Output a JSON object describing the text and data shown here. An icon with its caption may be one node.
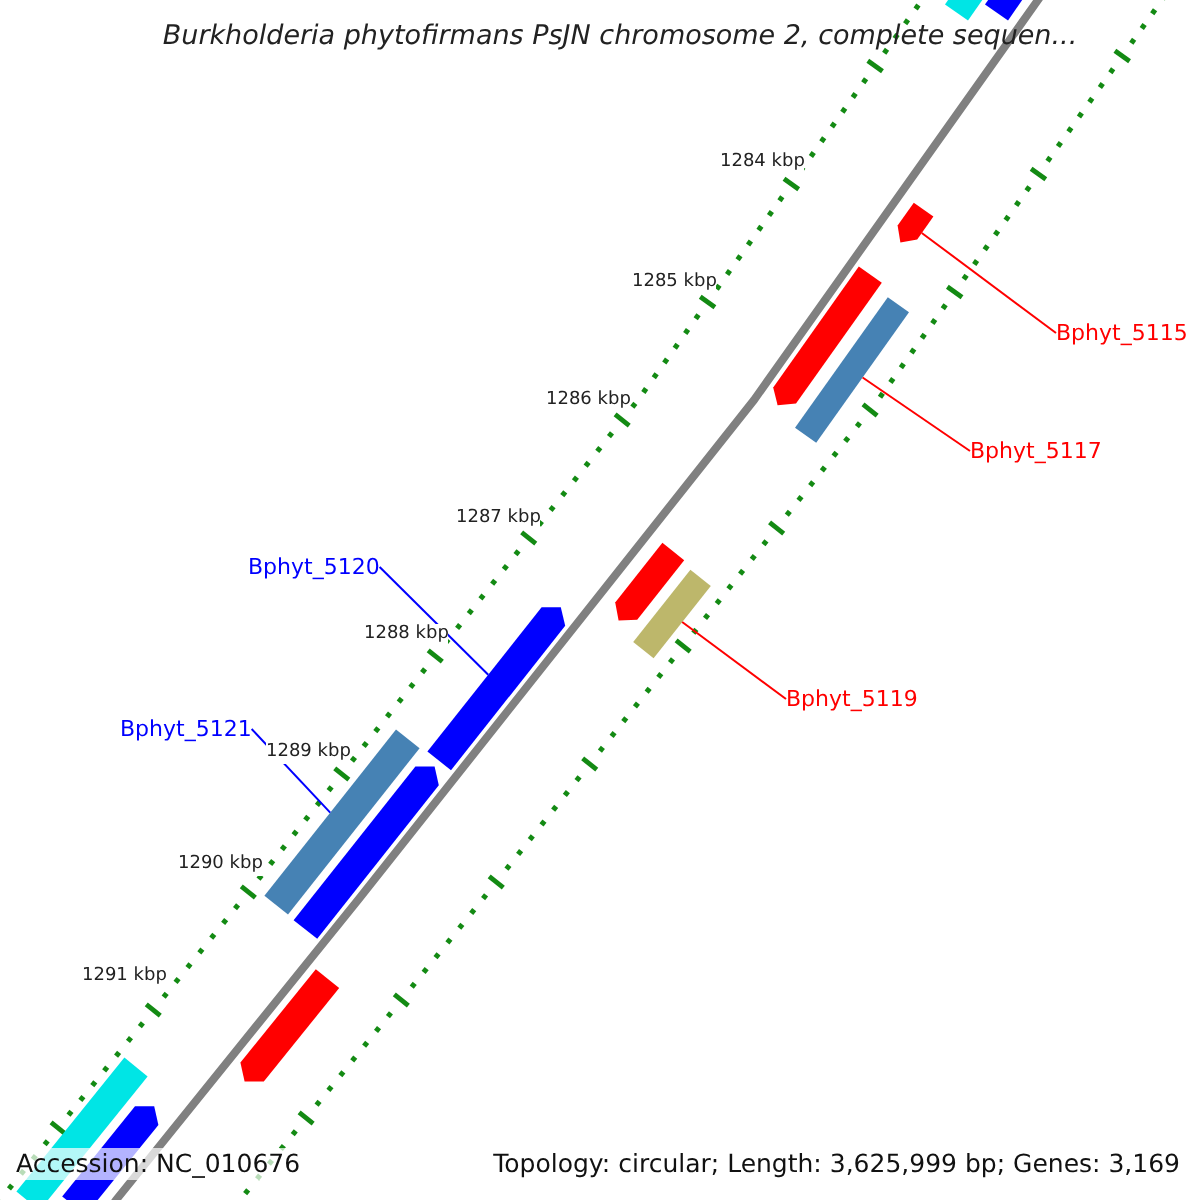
{
  "diagram": {
    "title": "Burkholderia phytofirmans PsJN chromosome 2, complete sequen...",
    "nodes": [
      {
        "text": [
          "Bphyt_5115"
        ]
      },
      {
        "text": [],
        "shape": "bar"
      },
      {
        "text": [
          "Bphyt_5117"
        ]
      },
      {
        "text": [],
        "shape": "bar"
      },
      {
        "text": [
          "Bphyt_5119"
        ]
      },
      {
        "text": [],
        "shape": "bar"
      },
      {
        "text": [
          "Bphyt_5120"
        ]
      },
      {
        "text": [],
        "shape": "bar"
      },
      {
        "text": [
          "Bphyt_5121"
        ]
      },
      {
        "text": [],
        "shape": "bar"
      },
      {
        "text": [],
        "shape": "bar"
      },
      {
        "text": [],
        "shape": "bar"
      },
      {
        "text": [],
        "shape": "bar"
      },
      {
        "text": [],
        "shape": "bar"
      },
      {
        "text": [],
        "shape": "bar"
      },
      {
        "text": [],
        "shape": "bar"
      },
      {
        "text": [],
        "shape": "bar"
      },
      {
        "text": [],
        "shape": "bar"
      }
    ],
    "edges": [
      {
        "from": 0,
        "to": 1,
        "arrow": "none"
      },
      {
        "from": 2,
        "to": 3,
        "arrow": "none"
      },
      {
        "from": 4,
        "to": 5,
        "arrow": "none"
      },
      {
        "from": 6,
        "to": 7,
        "arrow": "none",
        "color": "#0000ff"
      },
      {
        "from": 8,
        "to": 9,
        "arrow": "none",
        "color": "#0000ff"
      }
    ],
    "labels": [
      "1284 kbp",
      "1285 kbp",
      "1286 kbp",
      "1287 kbp",
      "1288 kbp",
      "1289 kbp",
      "1290 kbp",
      "1291 kbp",
      "Accession: NC_010676",
      "Topology: circular; Length: 3,625,999 bp; Genes: 3,169"
    ]
  }
}
